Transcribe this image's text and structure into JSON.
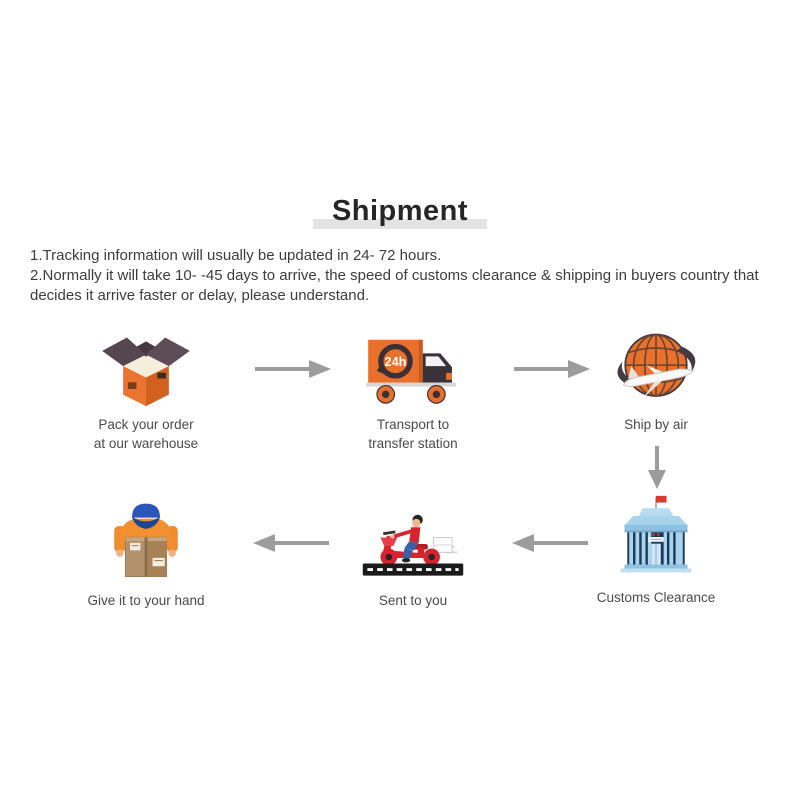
{
  "title": "Shipment",
  "notes": {
    "line1": "1.Tracking information will usually be updated in 24- 72 hours.",
    "line2": "2.Normally it will take 10- -45 days to arrive, the speed of customs clearance & shipping in buyers country that decides it arrive faster or delay, please understand."
  },
  "steps": {
    "pack": {
      "icon": "packing-box-icon",
      "label": "Pack your order\nat our warehouse"
    },
    "transport": {
      "icon": "truck-24h-icon",
      "label": "Transport to\ntransfer station"
    },
    "air": {
      "icon": "globe-airplane-icon",
      "label": "Ship by air"
    },
    "customs": {
      "icon": "customs-building-icon",
      "label": "Customs Clearance"
    },
    "sent": {
      "icon": "delivery-scooter-icon",
      "label": "Sent to you"
    },
    "hand": {
      "icon": "courier-handover-icon",
      "label": "Give it to your hand"
    }
  },
  "truck_badge": "24h",
  "colors": {
    "accent_orange": "#e8702a",
    "dark_flap": "#564650",
    "arrow_gray": "#9c9c9c",
    "scooter_red": "#d8232e",
    "building_blue": "#a9d4ed",
    "building_navy": "#1c3a58",
    "flag_red": "#d93b30",
    "title_highlight": "#e3e3e3",
    "label_text": "#4a4a4a"
  }
}
